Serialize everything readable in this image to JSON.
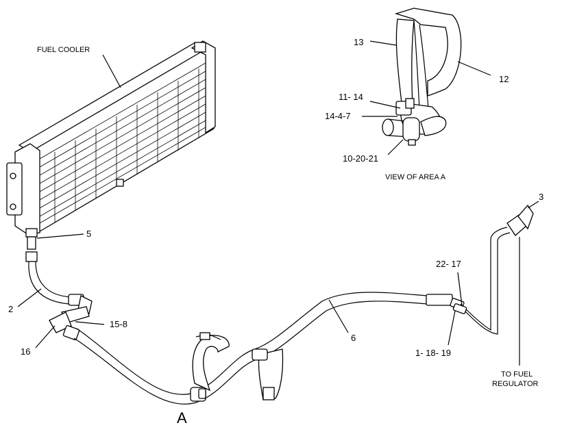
{
  "labels": {
    "fuel_cooler": "FUEL COOLER",
    "view_of_area_a": "VIEW OF AREA  A",
    "to_fuel_line1": "TO FUEL",
    "to_fuel_line2": "REGULATOR",
    "area_a": "A",
    "callout_2": "2",
    "callout_3": "3",
    "callout_5": "5",
    "callout_6": "6",
    "callout_12": "12",
    "callout_13": "13",
    "callout_16": "16",
    "callout_11_14": "11- 14",
    "callout_14_4_7": "14-4-7",
    "callout_10_20_21": "10-20-21",
    "callout_15_8": "15-8",
    "callout_22_17": "22- 17",
    "callout_1_18_19": "1- 18- 19"
  }
}
